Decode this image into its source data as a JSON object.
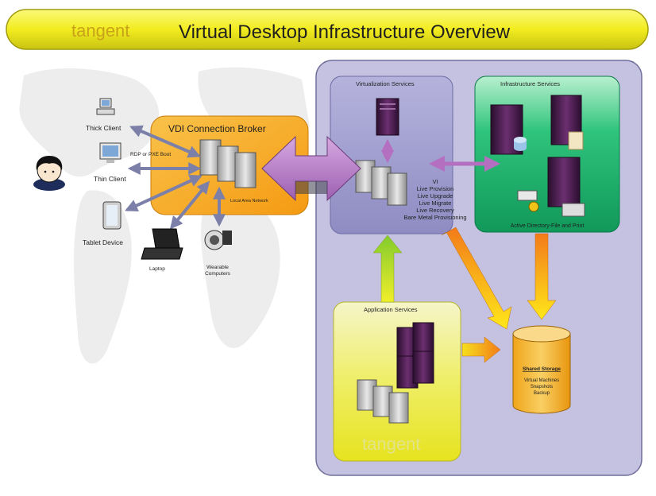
{
  "header": {
    "logo_text": "tangent",
    "title": "Virtual Desktop Infrastructure Overview"
  },
  "clients": {
    "thick_client": "Thick Client",
    "thin_client": "Thin Client",
    "tablet_device": "Tablet Device",
    "laptop": "Laptop",
    "wearable_line1": "Wearable",
    "wearable_line2": "Computers",
    "protocol_note": "RDP or PXE Boot"
  },
  "broker": {
    "title": "VDI Connection Broker",
    "network_label": "Local Area Network"
  },
  "virtualization": {
    "title": "Virtualization Services",
    "features": [
      "VI",
      "Live Provision",
      "Live Upgrade",
      "Live Migrate",
      "Live Recovery",
      "Bare Metal Provisioning"
    ]
  },
  "infrastructure": {
    "title": "Infrastructure Services",
    "caption": "Active Directory-File and Print"
  },
  "application": {
    "title": "Application Services",
    "watermark": "tangent"
  },
  "storage": {
    "title": "Shared Storage",
    "items": [
      "Virtual Machines",
      "Snapshots",
      "Backup"
    ]
  },
  "colors": {
    "header_yellow": "#f2ec1f",
    "broker_orange": "#f7a51e",
    "virt_purple": "#9d9bcc",
    "infra_green": "#19b36b",
    "app_yellow": "#f1ef5c",
    "outer_lavender": "#c4c2e0",
    "arrow_violet": "#b27cc4",
    "server_dark": "#4a1f4f"
  }
}
